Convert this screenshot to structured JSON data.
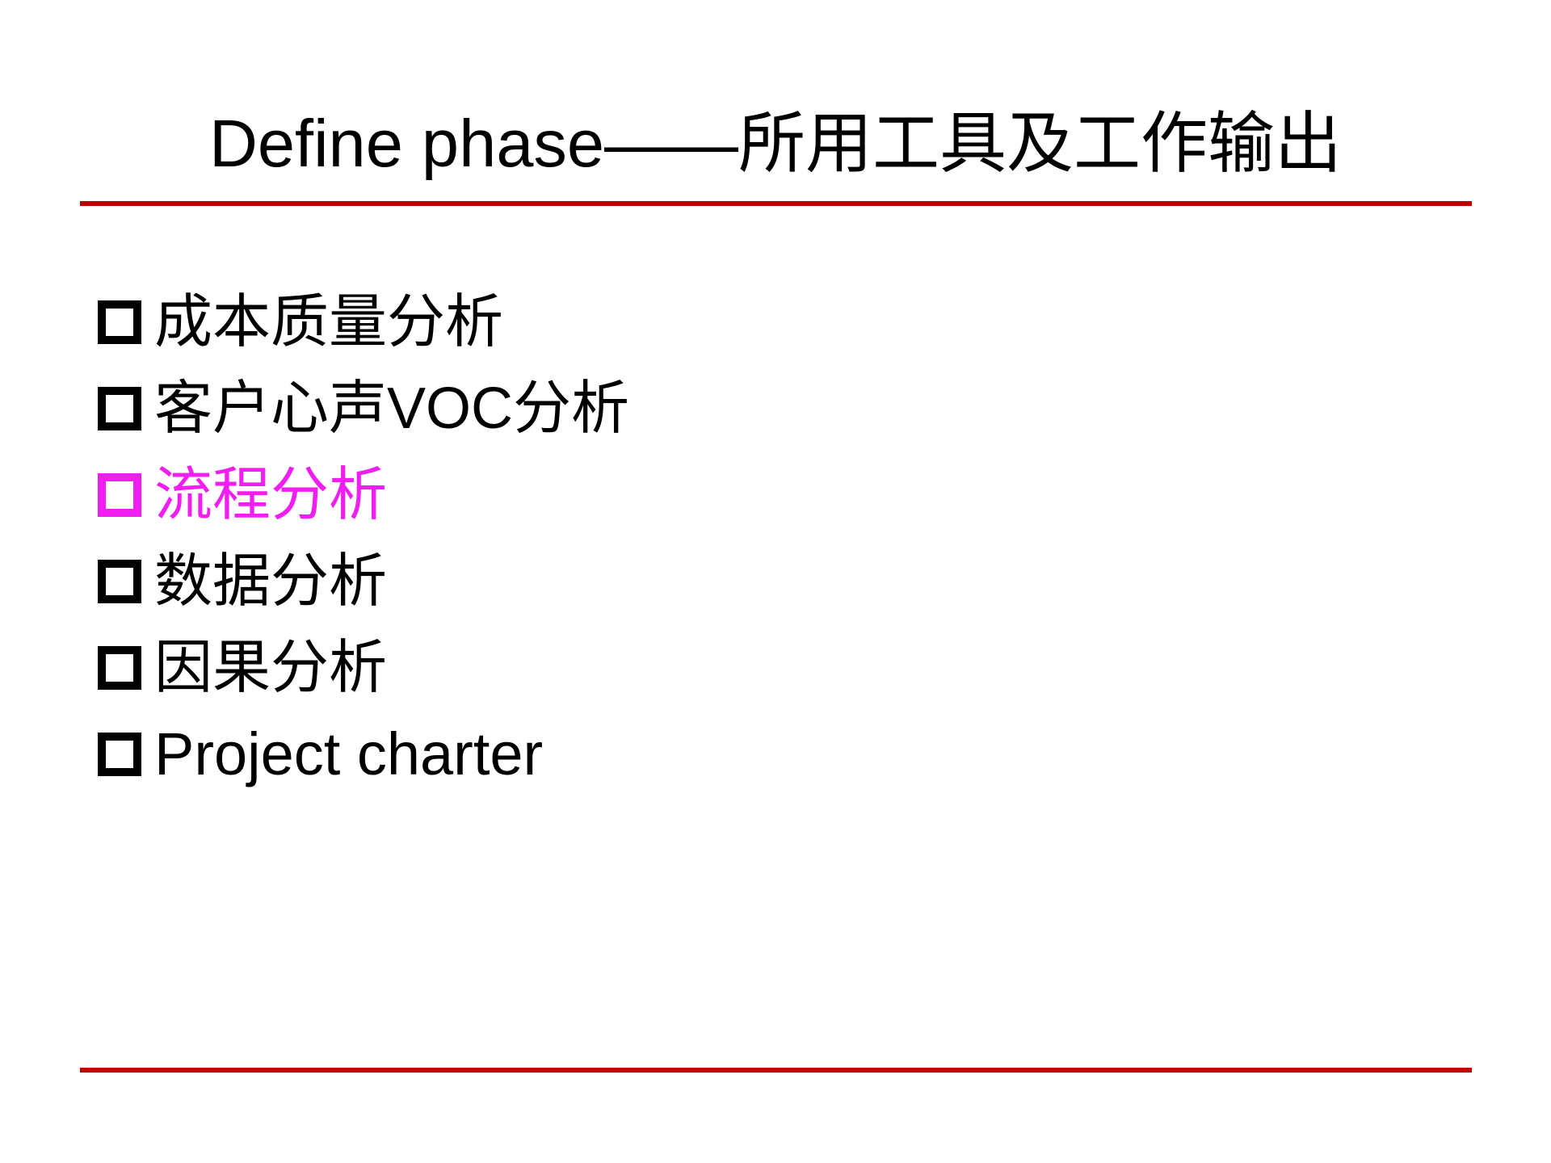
{
  "slide": {
    "title": "Define phase——所用工具及工作输出",
    "accent_color": "#C00000",
    "highlight_color": "#F01EF0",
    "bullet_icon": "hollow-square",
    "bullets": [
      {
        "label": "成本质量分析",
        "highlighted": false
      },
      {
        "label": "客户心声VOC分析",
        "highlighted": false
      },
      {
        "label": "流程分析",
        "highlighted": true
      },
      {
        "label": "数据分析",
        "highlighted": false
      },
      {
        "label": "因果分析",
        "highlighted": false
      },
      {
        "label": "Project charter",
        "highlighted": false
      }
    ]
  }
}
